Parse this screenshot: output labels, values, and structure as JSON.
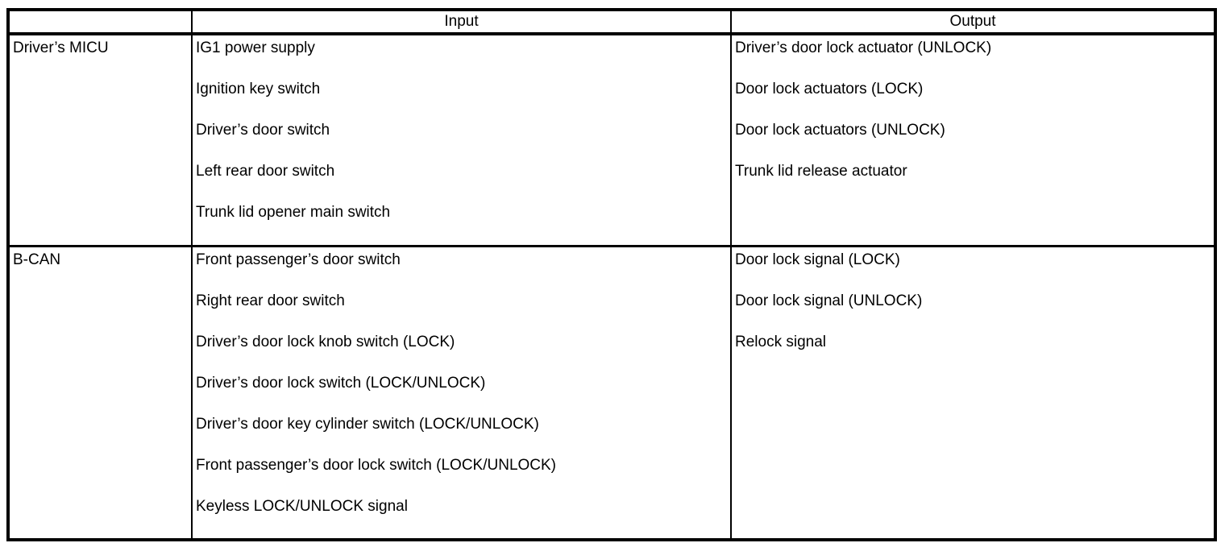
{
  "table": {
    "headers": [
      "",
      "Input",
      "Output"
    ],
    "rows": [
      {
        "source": "Driver’s MICU",
        "inputs": [
          "IG1 power supply",
          "Ignition key switch",
          "Driver’s door switch",
          "Left rear door switch",
          "Trunk lid opener main switch"
        ],
        "outputs": [
          "Driver’s door lock actuator (UNLOCK)",
          "Door lock actuators (LOCK)",
          "Door lock actuators (UNLOCK)",
          "Trunk lid release actuator"
        ]
      },
      {
        "source": "B-CAN",
        "inputs": [
          "Front passenger’s door switch",
          "Right rear door switch",
          "Driver’s door lock knob switch (LOCK)",
          "Driver’s door lock switch (LOCK/UNLOCK)",
          "Driver’s door key cylinder switch (LOCK/UNLOCK)",
          "Front passenger’s door lock switch (LOCK/UNLOCK)",
          "Keyless LOCK/UNLOCK signal"
        ],
        "outputs": [
          "Door lock signal (LOCK)",
          "Door lock signal (UNLOCK)",
          "Relock signal"
        ]
      }
    ],
    "colors": {
      "border": "#000000",
      "text": "#000000",
      "background": "#ffffff"
    }
  }
}
